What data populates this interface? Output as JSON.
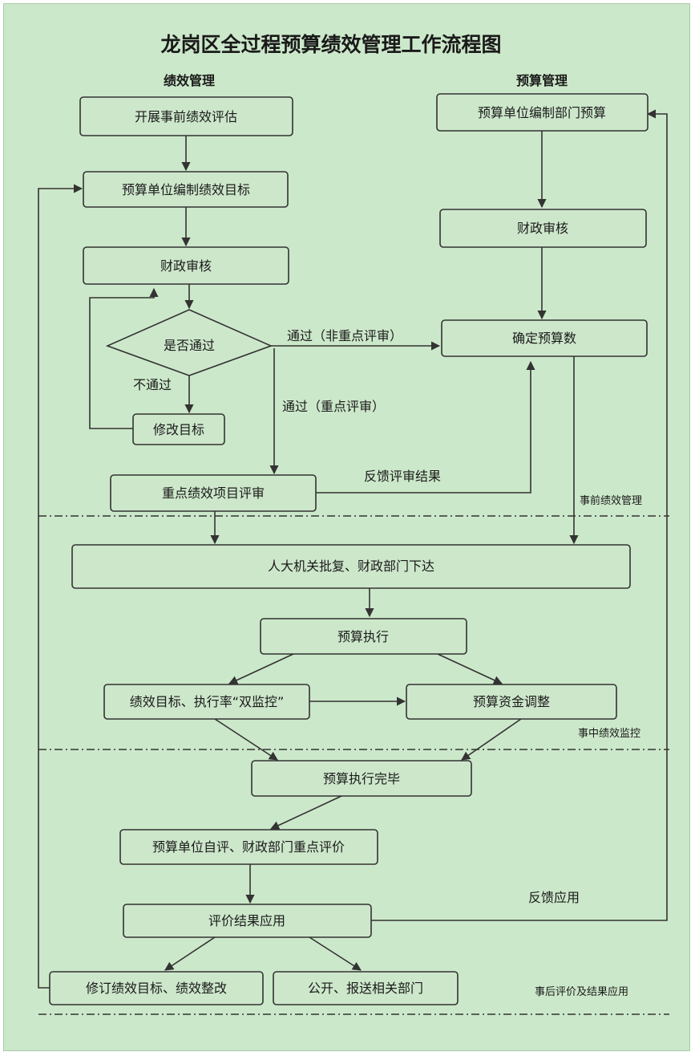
{
  "title": "龙岗区全过程预算绩效管理工作流程图",
  "headings": {
    "performance": "绩效管理",
    "budget": "预算管理"
  },
  "nodes": {
    "pre_assessment": "开展事前绩效评估",
    "unit_goals": "预算单位编制绩效目标",
    "finance_review_left": "财政审核",
    "pass_decision": "是否通过",
    "revise_goals": "修改目标",
    "key_review": "重点绩效项目评审",
    "unit_budget": "预算单位编制部门预算",
    "finance_review_right": "财政审核",
    "confirm_budget": "确定预算数",
    "npc_approval": "人大机关批复、财政部门下达",
    "budget_execution": "预算执行",
    "dual_monitor": "绩效目标、执行率“双监控”",
    "fund_adjust": "预算资金调整",
    "execution_done": "预算执行完毕",
    "self_evaluation": "预算单位自评、财政部门重点评价",
    "result_application": "评价结果应用",
    "revise_rectify": "修订绩效目标、绩效整改",
    "publish_report": "公开、报送相关部门"
  },
  "edge_labels": {
    "pass_non_key": "通过（非重点评审）",
    "pass_key": "通过（重点评审）",
    "not_pass": "不通过",
    "feedback_result": "反馈评审结果",
    "feedback_apply": "反馈应用"
  },
  "stages": {
    "pre": "事前绩效管理",
    "mid": "事中绩效监控",
    "post": "事后评价及结果应用"
  },
  "colors": {
    "background": "#cce8ca",
    "box_fill": "#cde7cb",
    "line": "#333333"
  }
}
